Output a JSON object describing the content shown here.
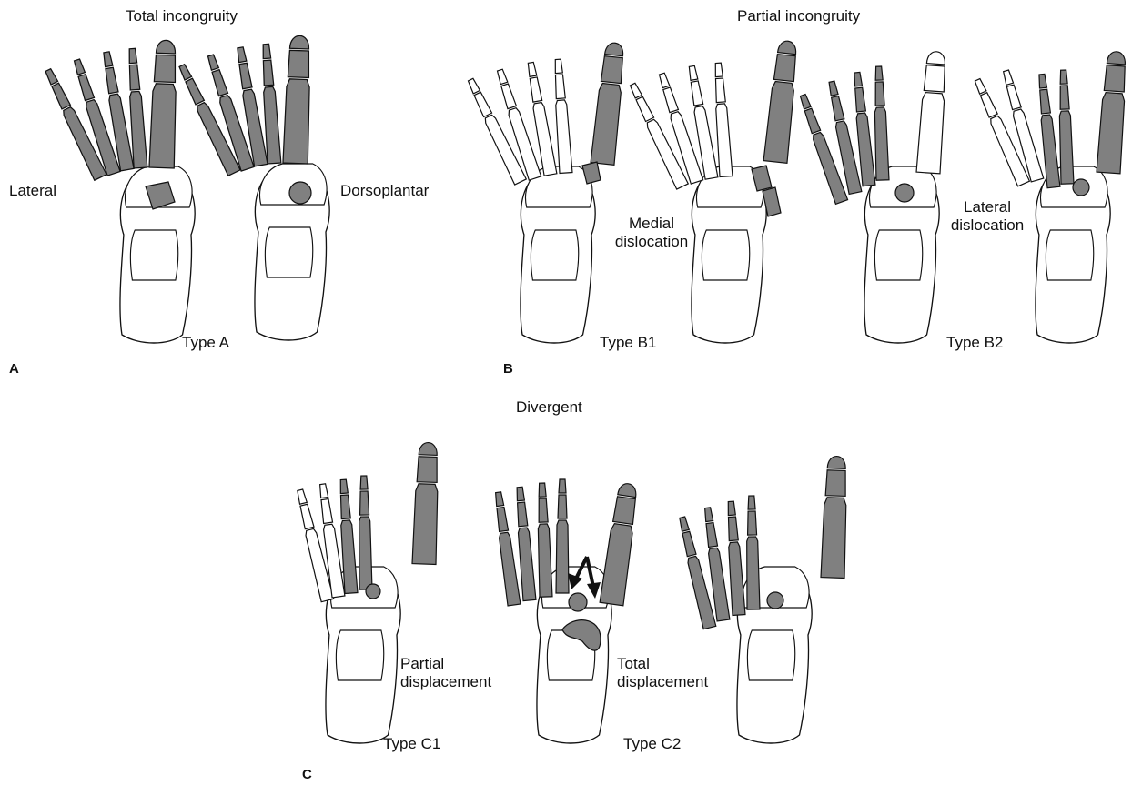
{
  "headings": {
    "total_incongruity": "Total incongruity",
    "partial_incongruity": "Partial incongruity",
    "divergent": "Divergent"
  },
  "panels": {
    "a": "A",
    "b": "B",
    "c": "C"
  },
  "labels": {
    "lateral": "Lateral",
    "dorsoplantar": "Dorsoplantar",
    "medial_dislocation": "Medial\ndislocation",
    "lateral_dislocation": "Lateral\ndislocation",
    "partial_displacement": "Partial\ndisplacement",
    "total_displacement": "Total\ndisplacement"
  },
  "types": {
    "a": "Type A",
    "b1": "Type B1",
    "b2": "Type B2",
    "c1": "Type C1",
    "c2": "Type C2"
  },
  "colors": {
    "displaced_bone": "#808080",
    "normal_bone": "#ffffff",
    "outline": "#111111"
  }
}
